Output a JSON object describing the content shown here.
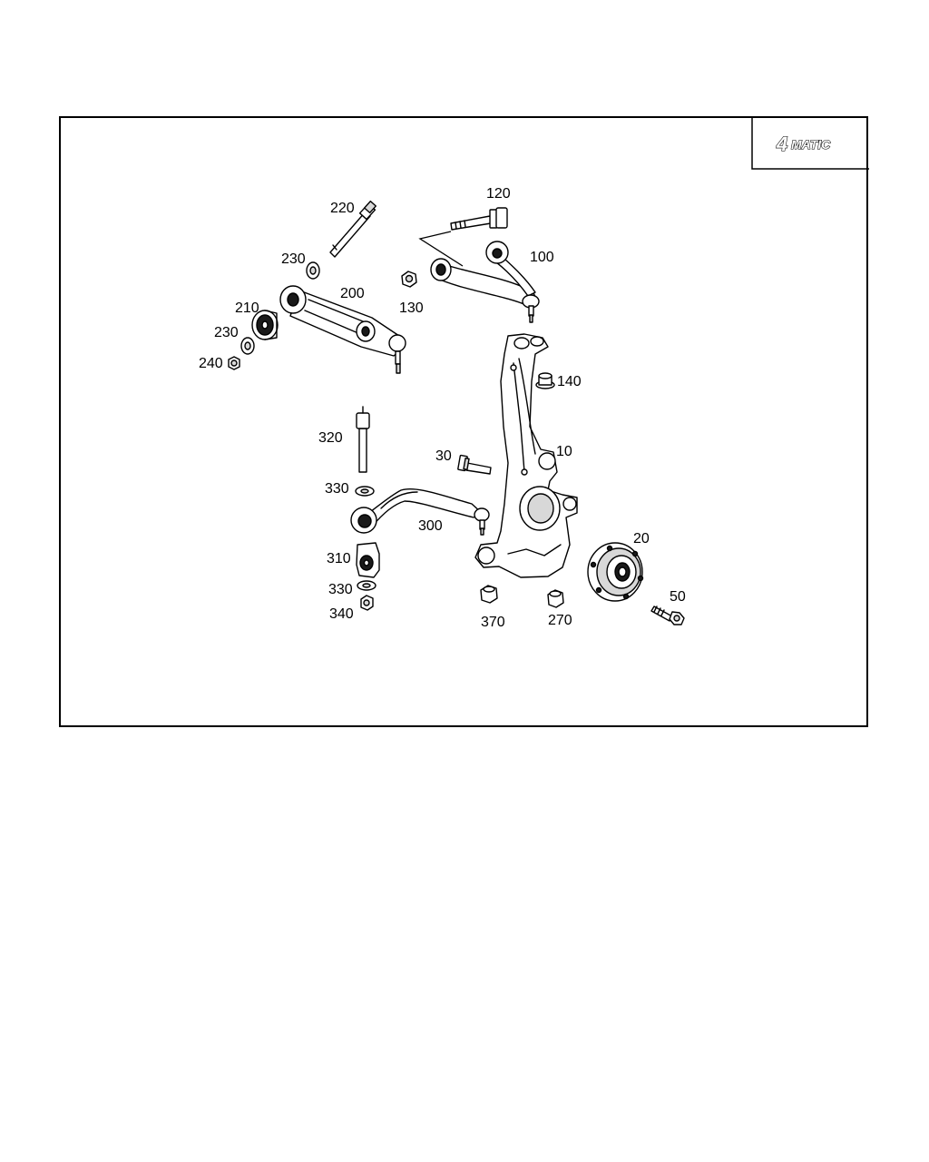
{
  "badge": {
    "numeral": "4",
    "word": "MATIC"
  },
  "callouts": {
    "p10": "10",
    "p20": "20",
    "p30": "30",
    "p50": "50",
    "p100": "100",
    "p120": "120",
    "p130": "130",
    "p140": "140",
    "p200": "200",
    "p210": "210",
    "p220": "220",
    "p230a": "230",
    "p230b": "230",
    "p240": "240",
    "p270": "270",
    "p300": "300",
    "p310": "310",
    "p320": "320",
    "p330a": "330",
    "p330b": "330",
    "p340": "340",
    "p370": "370"
  }
}
